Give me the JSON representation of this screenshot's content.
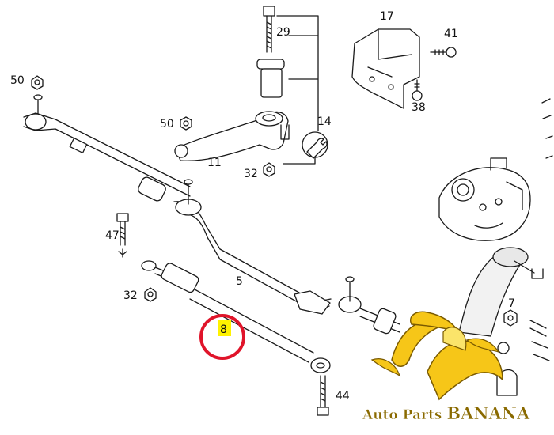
{
  "parts": {
    "p29": "29",
    "p17": "17",
    "p41": "41",
    "p50a": "50",
    "p38": "38",
    "p14": "14",
    "p50b": "50",
    "p11": "11",
    "p32a": "32",
    "p47": "47",
    "p5": "5",
    "p32b": "32",
    "p7": "7",
    "p8": "8",
    "p44": "44"
  },
  "watermark": {
    "text_a": "Auto Parts ",
    "text_b": "BANANA"
  },
  "colors": {
    "highlight_circle": "#e0142a",
    "highlight_label": "#fff200",
    "banana": "#f6c618",
    "brand_text": "#8a6a00"
  }
}
